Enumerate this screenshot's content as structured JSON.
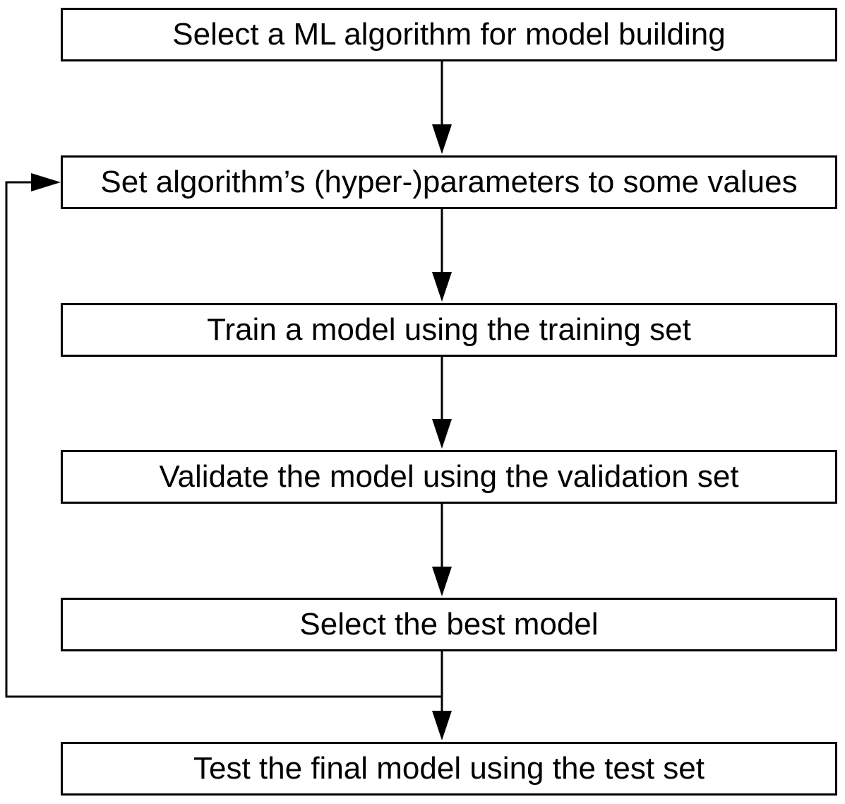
{
  "flowchart": {
    "steps": [
      {
        "label": "Select a ML algorithm for model building"
      },
      {
        "label": "Set algorithm’s (hyper-)parameters to some values"
      },
      {
        "label": "Train a model using the training set"
      },
      {
        "label": "Validate the model using the validation set"
      },
      {
        "label": "Select the best model"
      },
      {
        "label": "Test the final model using the test set"
      }
    ],
    "line_color": "#000000",
    "box_border_color": "#000000",
    "background_color": "#ffffff"
  }
}
